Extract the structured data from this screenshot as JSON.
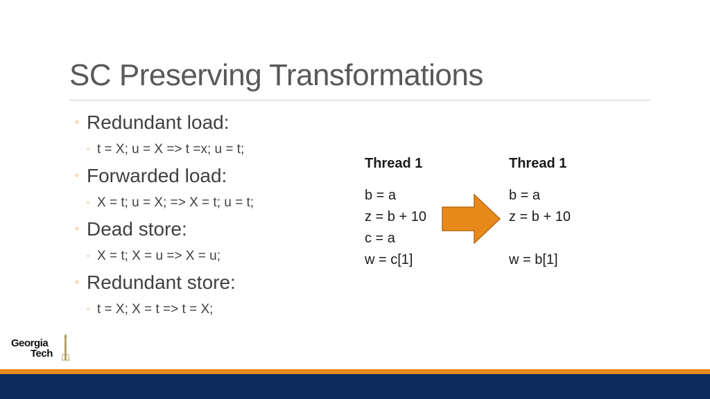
{
  "slide": {
    "title": "SC Preserving Transformations"
  },
  "bullets": [
    {
      "level": 1,
      "text": "Redundant load:"
    },
    {
      "level": 2,
      "text": "t = X; u = X => t =x; u = t;"
    },
    {
      "level": 1,
      "text": "Forwarded load:"
    },
    {
      "level": 2,
      "text": "X = t; u = X; => X = t; u = t;"
    },
    {
      "level": 1,
      "text": "Dead store:"
    },
    {
      "level": 2,
      "text": "X = t; X = u => X = u;"
    },
    {
      "level": 1,
      "text": "Redundant store:"
    },
    {
      "level": 2,
      "text": "t = X; X = t => t = X;"
    }
  ],
  "threads": {
    "before": {
      "heading": "Thread 1",
      "lines": [
        "b = a",
        "z = b + 10",
        "c = a",
        "w = c[1]"
      ]
    },
    "after": {
      "heading": "Thread 1",
      "lines": [
        "b = a",
        "z = b + 10",
        "",
        "w = b[1]"
      ]
    }
  },
  "logo": {
    "line1": "Georgia",
    "line2": "Tech"
  },
  "colors": {
    "accent": "#e8891b",
    "arrow_fill": "#e8891b",
    "arrow_stroke": "#b86a12",
    "footer_navy": "#0e2d5e",
    "title": "#595959",
    "body_text": "#404040"
  },
  "icons": {
    "bullet_marker": "◦",
    "arrow": "right-arrow-icon",
    "logo_tower": "tech-tower-icon"
  }
}
